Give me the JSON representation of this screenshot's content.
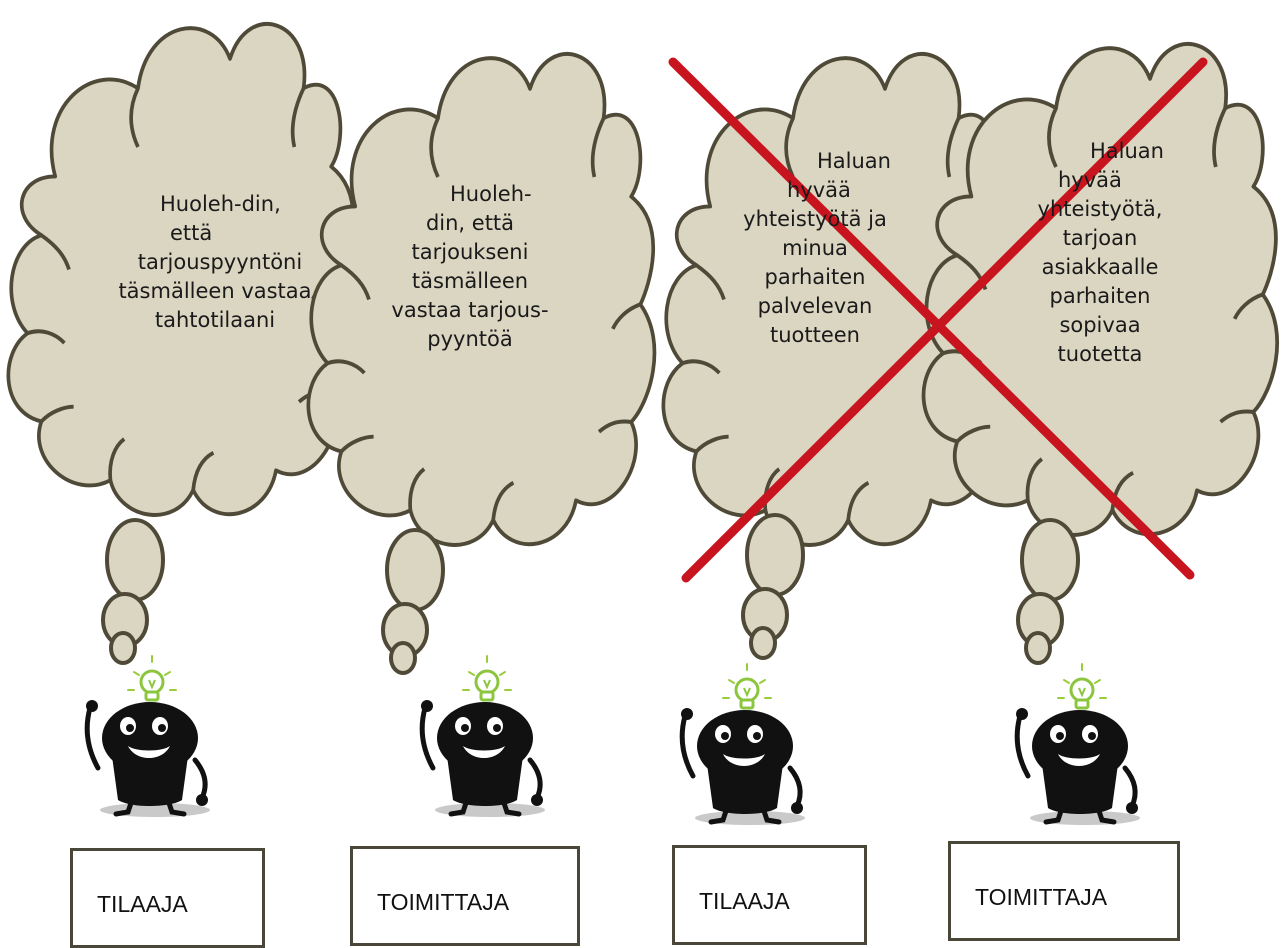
{
  "panels": [
    {
      "cloud_lines": [
        "Huoleh-din,",
        "että",
        "tarjouspyyntöni",
        "täsmälleen vastaa",
        "tahtotilaani"
      ],
      "label": "TILAAJA",
      "crossed": false
    },
    {
      "cloud_lines": [
        "Huoleh-",
        "din, että",
        "tarjoukseni",
        "täsmälleen",
        "vastaa tarjous-",
        "pyyntöä"
      ],
      "label": "TOIMITTAJA",
      "crossed": false
    },
    {
      "cloud_lines": [
        "Haluan",
        "hyvää",
        "yhteistyötä ja",
        "minua",
        "parhaiten",
        "palvelevan",
        "tuotteen"
      ],
      "label": "TILAAJA",
      "crossed": true
    },
    {
      "cloud_lines": [
        "Haluan",
        "hyvää",
        "yhteistyötä,",
        "tarjoan",
        "asiakkaalle",
        "parhaiten",
        "sopivaa",
        "tuotetta"
      ],
      "label": "TOIMITTAJA",
      "crossed": true
    }
  ],
  "colors": {
    "cloud_fill": "#dbd6c2",
    "cloud_stroke": "#4f4a38",
    "cross": "#c8141e",
    "character": "#111111",
    "bulb": "#8cc63f"
  },
  "icons": [
    "thought-cloud",
    "lightbulb-icon",
    "cartoon-character",
    "cross-out-mark"
  ]
}
